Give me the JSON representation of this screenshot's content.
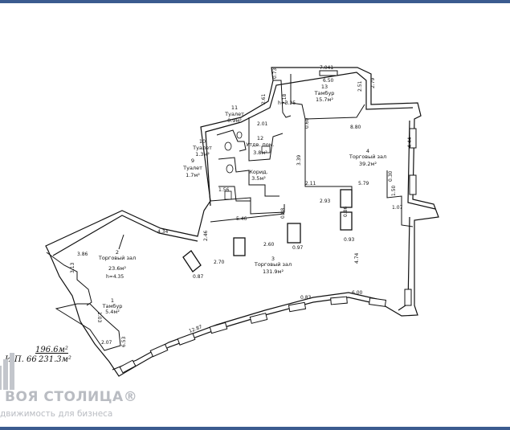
{
  "rooms": [
    {
      "id": "r1",
      "number": "1",
      "name": "Тамбур",
      "area": "5.4м²"
    },
    {
      "id": "r2",
      "number": "2",
      "name": "Торговый зал",
      "area": "23.6м²"
    },
    {
      "id": "r3",
      "number": "3",
      "name": "Торговый зал",
      "area": "131.9м²"
    },
    {
      "id": "r4",
      "number": "4",
      "name": "Торговый зал",
      "area": "39.2м²"
    },
    {
      "id": "r9",
      "number": "9",
      "name": "Туалет",
      "area": "1.7м²"
    },
    {
      "id": "r10",
      "number": "10",
      "name": "Туалет",
      "area": "1.3м²"
    },
    {
      "id": "r11",
      "number": "11",
      "name": "Туалет",
      "area": "0.9м²"
    },
    {
      "id": "r12",
      "number": "12",
      "name": "Утдв. пом.",
      "area": "3.8м²"
    },
    {
      "id": "r13",
      "number": "13",
      "name": "Тамбур",
      "area": "15.7м²"
    },
    {
      "id": "rk",
      "number": "",
      "name": "Корид.",
      "area": "3.5м²"
    }
  ],
  "dimensions": [
    "7.041",
    "6.50",
    "2.79",
    "2.51",
    "0.73",
    "2.61",
    "h=3.25",
    "2.18",
    "8.80",
    "4.44",
    "0.60",
    "2.01",
    "3.39",
    "2.11",
    "5.79",
    "1.56",
    "0.30",
    "1.50",
    "1.07",
    "2.93",
    "0.86",
    "0.93",
    "0.88",
    "5.46",
    "4.34",
    "2.46",
    "2.60",
    "0.97",
    "3.86",
    "2.70",
    "4.74",
    "0.87",
    "0.83",
    "6.00",
    "3.13",
    "1.03",
    "2.07",
    "6.53",
    "12.87",
    "h=4.35"
  ],
  "totals": {
    "line1": "196.6м²",
    "line2_prefix": "И.П. 66",
    "line2_value": "231.3м²"
  },
  "watermark": {
    "brand": "ВОЯ СТОЛИЦА®",
    "tagline": "движимость для бизнеса"
  },
  "colors": {
    "frame": "#3b5b8f",
    "watermark": "#b9bcc2",
    "ink": "#111111"
  }
}
